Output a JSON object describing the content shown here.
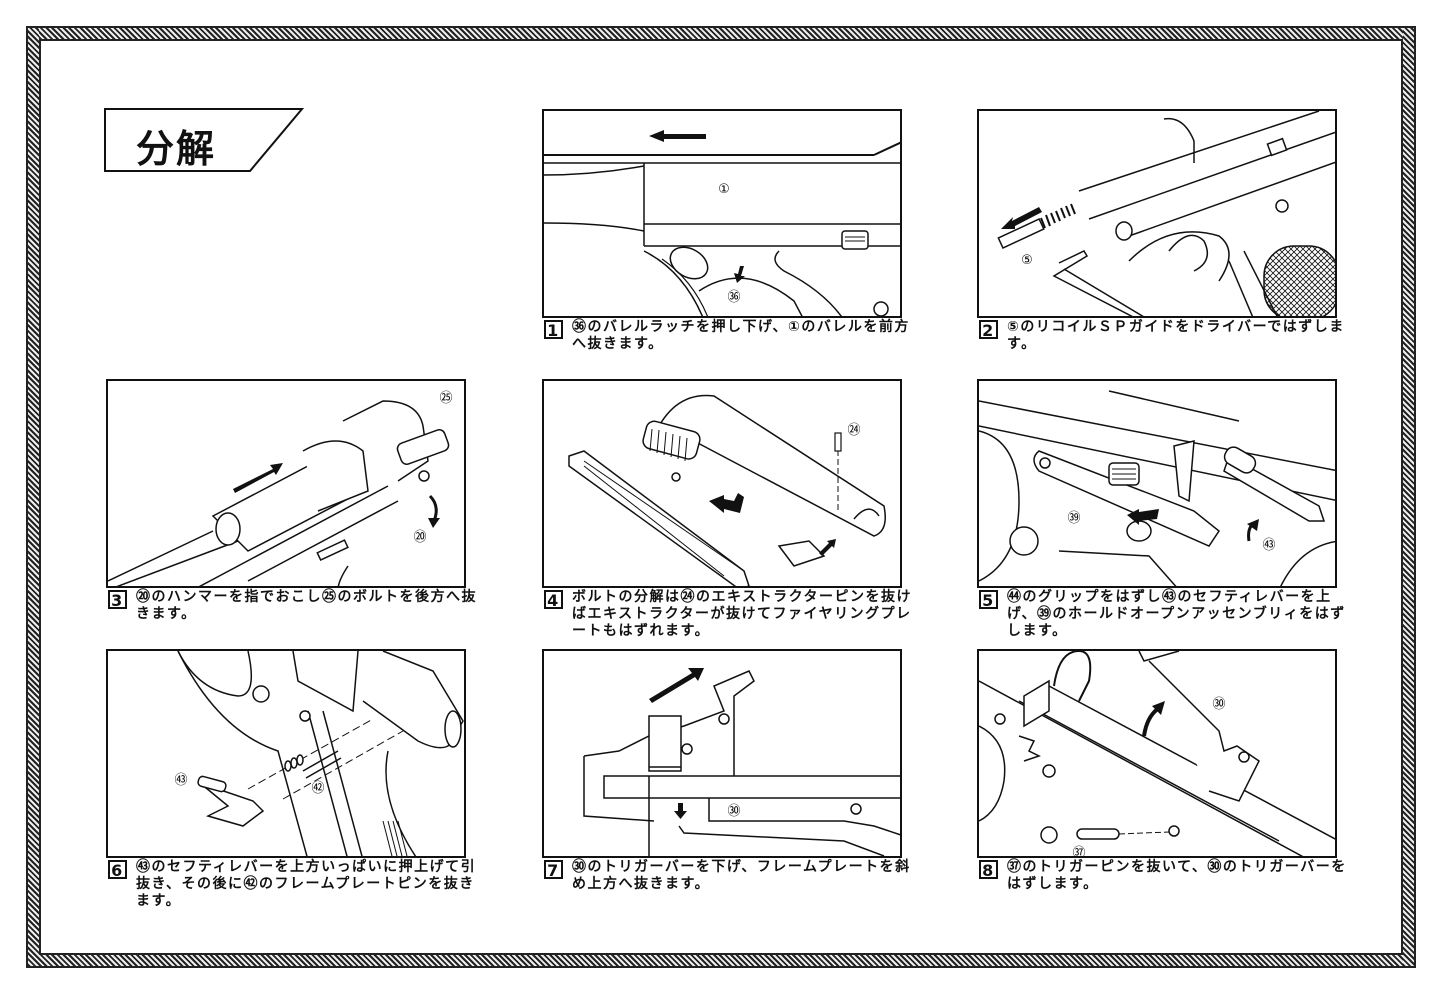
{
  "page": {
    "section_title": "分解",
    "accent_color": "#111111"
  },
  "steps": [
    {
      "number": "1",
      "caption": "㊱のバレルラッチを押し下げ、①のバレルを前方へ抜きます。",
      "callouts": [
        "①",
        "㊱"
      ]
    },
    {
      "number": "2",
      "caption": "⑤のリコイルＳＰガイドをドライバーではずします。",
      "callouts": [
        "⑤"
      ]
    },
    {
      "number": "3",
      "caption": "⑳のハンマーを指でおこし㉕のボルトを後方へ抜きます。",
      "callouts": [
        "㉕",
        "⑳"
      ]
    },
    {
      "number": "4",
      "caption": "ボルトの分解は㉔のエキストラクターピンを抜けばエキストラクターが抜けてファイヤリングプレートもはずれます。",
      "callouts": [
        "㉔"
      ]
    },
    {
      "number": "5",
      "caption": "㊹のグリップをはずし㊸のセフティレバーを上げ、㊴のホールドオープンアッセンブリィをはずします。",
      "callouts": [
        "㊴",
        "㊸"
      ]
    },
    {
      "number": "6",
      "caption": "㊸のセフティレバーを上方いっぱいに押上げて引抜き、その後に㊷のフレームプレートピンを抜きます。",
      "callouts": [
        "㊸",
        "㊷"
      ]
    },
    {
      "number": "7",
      "caption": "㉚のトリガーバーを下げ、フレームプレートを斜め上方へ抜きます。",
      "callouts": [
        "㉚"
      ]
    },
    {
      "number": "8",
      "caption": "㊲のトリガーピンを抜いて、㉚のトリガーバーをはずします。",
      "callouts": [
        "㉚",
        "㊲"
      ]
    }
  ]
}
